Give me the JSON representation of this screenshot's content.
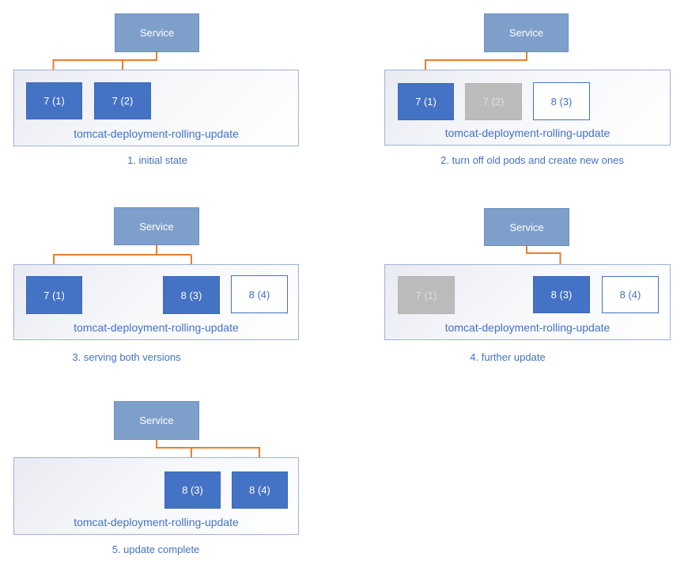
{
  "service_label": "Service",
  "deployment_label": "tomcat-deployment-rolling-update",
  "colors": {
    "pod_active_fill": "#4472c4",
    "pod_old_fill": "#bbbbbb",
    "pod_new_border": "#4472c4",
    "service_fill": "#7f9fcb",
    "arrow": "#ed7d31",
    "label_text": "#4472c4",
    "container_border": "#9fb1d8"
  },
  "panels": [
    {
      "caption": "1. initial state",
      "pods": [
        {
          "label": "7 (1)",
          "state": "active"
        },
        {
          "label": "7 (2)",
          "state": "active"
        }
      ],
      "connections": [
        "Service -> 7 (1)",
        "Service -> 7 (2)"
      ]
    },
    {
      "caption": "2. turn off old pods and create new ones",
      "pods": [
        {
          "label": "7 (1)",
          "state": "active"
        },
        {
          "label": "7 (2)",
          "state": "old"
        },
        {
          "label": "8 (3)",
          "state": "new"
        }
      ],
      "connections": [
        "Service -> 7 (1)"
      ]
    },
    {
      "caption": "3. serving both versions",
      "pods": [
        {
          "label": "7 (1)",
          "state": "active"
        },
        {
          "label": "8 (3)",
          "state": "active"
        },
        {
          "label": "8 (4)",
          "state": "new"
        }
      ],
      "connections": [
        "Service -> 7 (1)",
        "Service -> 8 (3)"
      ]
    },
    {
      "caption": "4. further update",
      "pods": [
        {
          "label": "7 (1)",
          "state": "old"
        },
        {
          "label": "8 (3)",
          "state": "active"
        },
        {
          "label": "8 (4)",
          "state": "new"
        }
      ],
      "connections": [
        "Service -> 8 (3)"
      ]
    },
    {
      "caption": "5. update complete",
      "pods": [
        {
          "label": "8 (3)",
          "state": "active"
        },
        {
          "label": "8 (4)",
          "state": "active"
        }
      ],
      "connections": [
        "Service -> 8 (3)",
        "Service -> 8 (4)"
      ]
    }
  ]
}
